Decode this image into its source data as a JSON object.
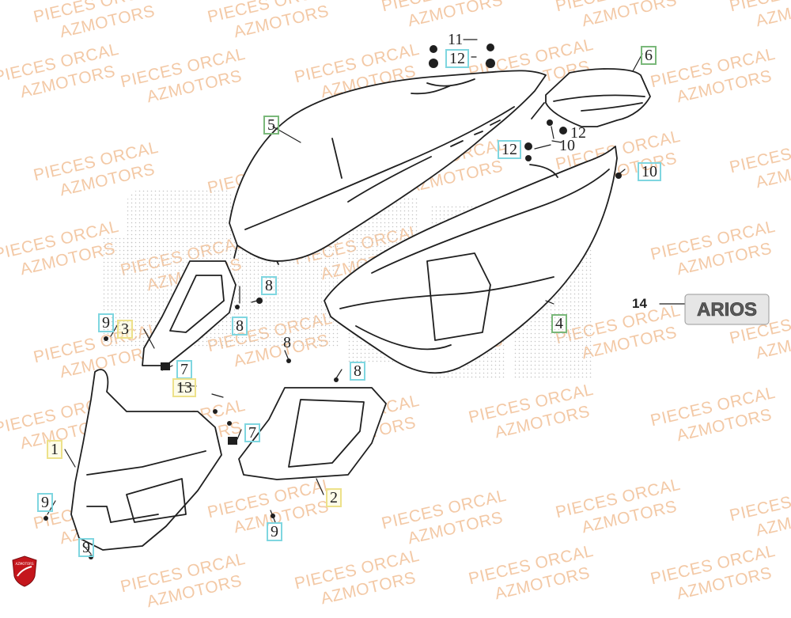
{
  "watermark": {
    "line1": "PIECES ORCAL",
    "line2": "AZMOTORS"
  },
  "callouts": [
    {
      "id": "c11",
      "label": "11"
    },
    {
      "id": "c12a",
      "label": "12"
    },
    {
      "id": "c6",
      "label": "6"
    },
    {
      "id": "c5",
      "label": "5"
    },
    {
      "id": "c12b",
      "label": "12"
    },
    {
      "id": "c12c",
      "label": "12"
    },
    {
      "id": "c10a",
      "label": "10"
    },
    {
      "id": "c10b",
      "label": "10"
    },
    {
      "id": "c14",
      "label": "14"
    },
    {
      "id": "c8a",
      "label": "8"
    },
    {
      "id": "c8b",
      "label": "8"
    },
    {
      "id": "c9a",
      "label": "9"
    },
    {
      "id": "c3",
      "label": "3"
    },
    {
      "id": "c4",
      "label": "4"
    },
    {
      "id": "c8c",
      "label": "8"
    },
    {
      "id": "c7a",
      "label": "7"
    },
    {
      "id": "c8d",
      "label": "8"
    },
    {
      "id": "c13",
      "label": "13"
    },
    {
      "id": "c7b",
      "label": "7"
    },
    {
      "id": "c1",
      "label": "1"
    },
    {
      "id": "c2",
      "label": "2"
    },
    {
      "id": "c9b",
      "label": "9"
    },
    {
      "id": "c9c",
      "label": "9"
    },
    {
      "id": "c9d",
      "label": "9"
    }
  ],
  "emblem_text": "ARIOS",
  "badge_text": "AZMOTORS",
  "colors": {
    "watermark": "#f3c9a6",
    "box_green": "#7ab87a",
    "box_yellow": "#ede18a",
    "box_cyan": "#7fd6e0",
    "badge": "#c4161c"
  }
}
